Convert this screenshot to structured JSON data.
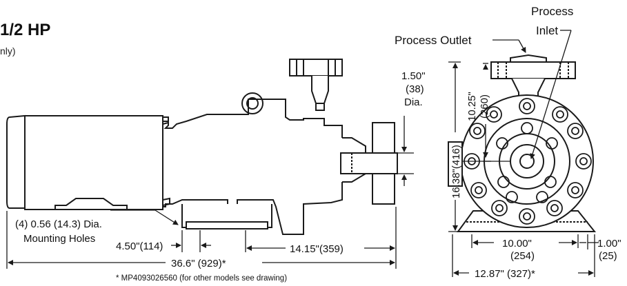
{
  "header": {
    "title": "1/2 HP",
    "subtitle": "nly)"
  },
  "labels": {
    "process_inlet_line1": "Process",
    "process_inlet_line2": "Inlet",
    "process_outlet": "Process Outlet",
    "outlet_dim_1": "1.50\"",
    "outlet_dim_2": "(38)",
    "outlet_dim_3": "Dia.",
    "mounting_holes_1": "(4) 0.56 (14.3) Dia.",
    "mounting_holes_2": "Mounting Holes",
    "dim_450": "4.50\"(114)",
    "dim_1415": "14.15\"(359)",
    "dim_366": "36.6\" (929)*",
    "footnote": "* MP4093026560 (for other models see drawing)",
    "dim_1025": "10.25\"",
    "dim_260": "(260)",
    "dim_1638": "16.38\"(416)",
    "dim_1000": "10.00\"",
    "dim_254": "(254)",
    "dim_100": "1.00\"",
    "dim_25": "(25)",
    "dim_1287": "12.87\" (327)*"
  },
  "colors": {
    "line": "#1a1a1a",
    "background": "#ffffff"
  }
}
